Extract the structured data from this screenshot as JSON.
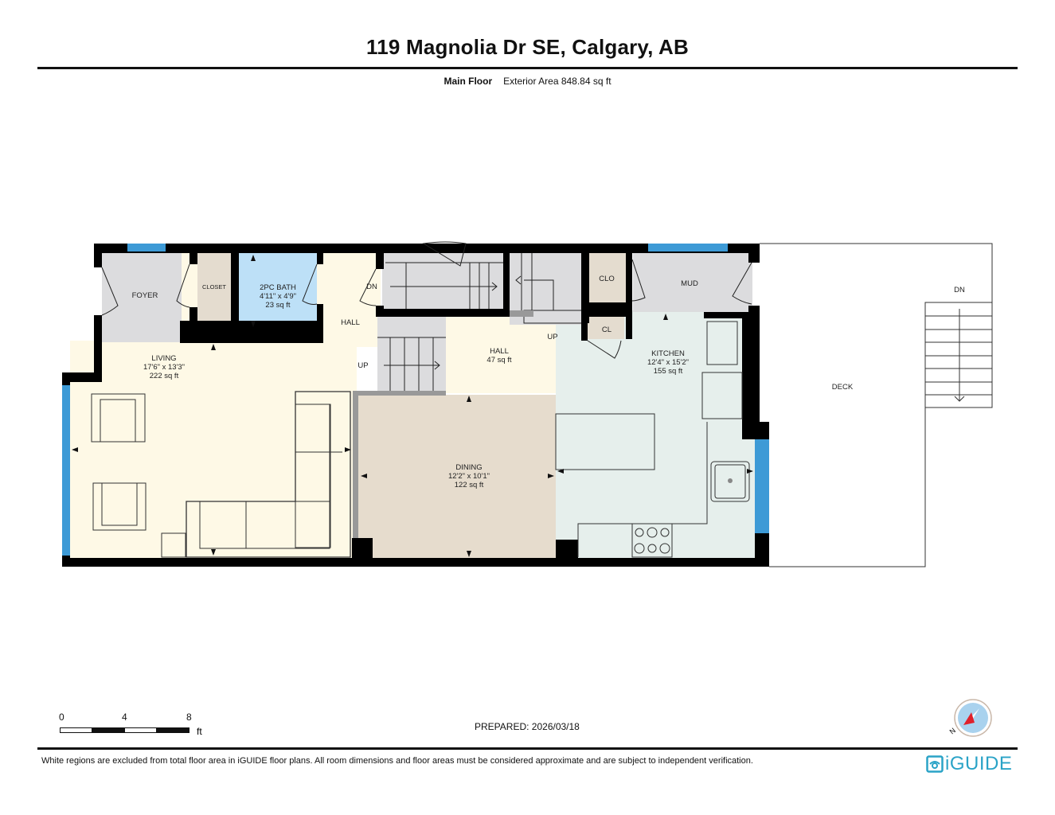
{
  "header": {
    "title": "119 Magnolia Dr SE, Calgary, AB",
    "floor_name": "Main Floor",
    "exterior_area": "Exterior Area 848.84 sq ft"
  },
  "rooms": {
    "foyer": {
      "name": "FOYER"
    },
    "closet": {
      "name": "CLOSET"
    },
    "bath": {
      "name": "2PC BATH",
      "dims": "4'11\" x 4'9\"",
      "area": "23 sq ft"
    },
    "hall_upper": {
      "name": "HALL"
    },
    "living": {
      "name": "LIVING",
      "dims": "17'6\" x 13'3\"",
      "area": "222 sq ft"
    },
    "hall": {
      "name": "HALL",
      "area": "47 sq ft"
    },
    "clo": {
      "name": "CLO"
    },
    "cl": {
      "name": "CL"
    },
    "mud": {
      "name": "MUD"
    },
    "kitchen": {
      "name": "KITCHEN",
      "dims": "12'4\" x 15'2\"",
      "area": "155 sq ft"
    },
    "dining": {
      "name": "DINING",
      "dims": "12'2\" x 10'1\"",
      "area": "122 sq ft"
    },
    "deck": {
      "name": "DECK"
    }
  },
  "stairs": {
    "dn_main": "DN",
    "up_main": "UP",
    "up_hall": "UP",
    "dn_deck": "DN"
  },
  "colors": {
    "wall": "#000000",
    "window": "#3d9ad6",
    "foyer": "#dcdcde",
    "closet": "#e4dccf",
    "bath": "#bde0f7",
    "living": "#fef9e6",
    "dining": "#e6dccd",
    "kitchen": "#e6efec",
    "stairs": "#dcdcde",
    "logo": "#2aa3c7",
    "compass_red": "#e0202a",
    "compass_blue": "#a9d2ee"
  },
  "scale_bar": {
    "labels": [
      "0",
      "4",
      "8"
    ],
    "unit": "ft"
  },
  "footer": {
    "prepared": "PREPARED: 2026/03/18",
    "disclaimer": "White regions are excluded from total floor area in iGUIDE floor plans. All room dimensions and floor areas must be considered approximate and are subject to independent verification.",
    "logo": "iGUIDE",
    "compass_label": "N"
  }
}
